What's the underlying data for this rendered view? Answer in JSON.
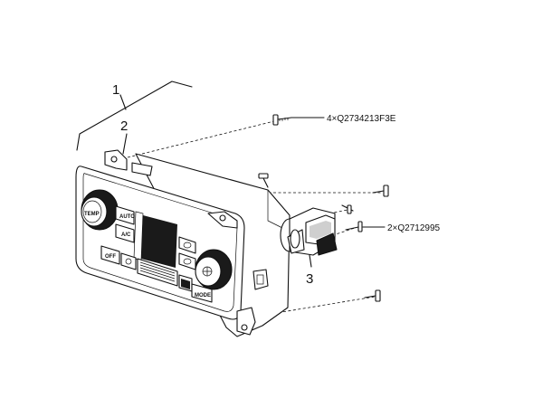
{
  "callouts": {
    "item1": "1",
    "item2": "2",
    "item3": "3"
  },
  "fasteners": {
    "screw_a": "4×Q2734213F3E",
    "screw_b": "2×Q2712995"
  },
  "panel_buttons": {
    "temp": "TEMP",
    "auto": "AUTO",
    "ac": "A/C",
    "off": "OFF",
    "mode": "MODE"
  }
}
